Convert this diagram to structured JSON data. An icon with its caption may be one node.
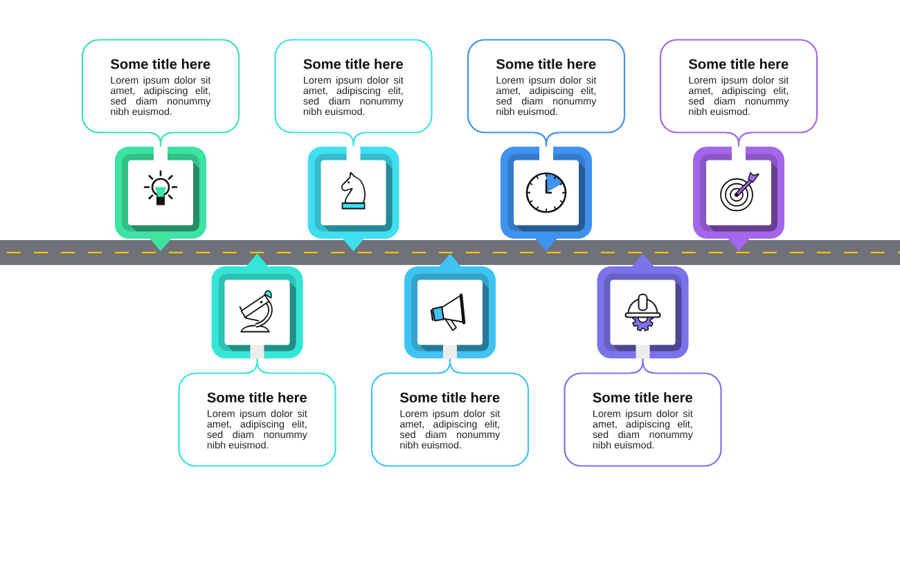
{
  "diagram": {
    "nodes": [
      {
        "text": [
          "Some title here",
          "Lorem ipsum dolor sit amet, adipiscing elit, sed diam nonummy nibh euismod."
        ]
      },
      {
        "text": [
          "Some title here",
          "Lorem ipsum dolor sit amet, adipiscing elit, sed diam nonummy nibh euismod."
        ]
      },
      {
        "text": [
          "Some title here",
          "Lorem ipsum dolor sit amet, adipiscing elit, sed diam nonummy nibh euismod."
        ]
      },
      {
        "text": [
          "Some title here",
          "Lorem ipsum dolor sit amet, adipiscing elit, sed diam nonummy nibh euismod."
        ]
      },
      {
        "text": [],
        "shape": "box"
      },
      {
        "text": [],
        "shape": "box"
      },
      {
        "text": [],
        "shape": "box"
      },
      {
        "text": [],
        "shape": "box"
      },
      {
        "text": [],
        "shape": "box"
      },
      {
        "text": [],
        "shape": "box"
      },
      {
        "text": [],
        "shape": "box"
      },
      {
        "text": [
          "Some title here",
          "Lorem ipsum dolor sit amet, adipiscing elit, sed diam nonummy nibh euismod."
        ]
      },
      {
        "text": [
          "Some title here",
          "Lorem ipsum dolor sit amet, adipiscing elit, sed diam nonummy nibh euismod."
        ]
      },
      {
        "text": [
          "Some title here",
          "Lorem ipsum dolor sit amet, adipiscing elit, sed diam nonummy nibh euismod."
        ]
      }
    ],
    "edges": [
      {
        "from": 0,
        "to": 4,
        "arrow": "none",
        "color": "#3de3a2"
      },
      {
        "from": 1,
        "to": 5,
        "arrow": "none",
        "color": "#3fdff0"
      },
      {
        "from": 2,
        "to": 6,
        "arrow": "none",
        "color": "#3f92ee"
      },
      {
        "from": 3,
        "to": 7,
        "arrow": "none",
        "color": "#a466ea"
      },
      {
        "from": 11,
        "to": 8,
        "arrow": "none",
        "color": "#35e6d6"
      },
      {
        "from": 12,
        "to": 9,
        "arrow": "none",
        "color": "#3fc3f2"
      },
      {
        "from": 13,
        "to": 10,
        "arrow": "none",
        "color": "#7c72e9"
      }
    ]
  }
}
